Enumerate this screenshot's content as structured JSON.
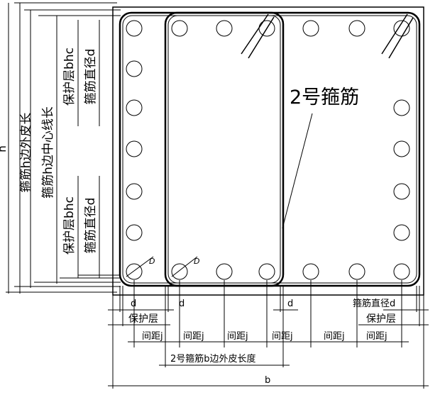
{
  "labels": {
    "h": "h",
    "b": "b",
    "stirrup_h_outer": "箍筋h边外皮长",
    "stirrup_h_center": "箍筋h边中心线长",
    "cover_bhc_top": "保护层bhc",
    "stirrup_dia_top": "箍筋直径d",
    "cover_bhc_bottom": "保护层bhc",
    "stirrup_dia_bottom": "箍筋直径d",
    "stirrup_no2": "2号箍筋",
    "bar_D_1": "D",
    "bar_D_2": "D",
    "d_left": "d",
    "d_mid1": "d",
    "d_mid2": "d",
    "cover_left": "保护层",
    "stirrup_dia_right": "箍筋直径d",
    "cover_right": "保护层",
    "spacing_1": "间距j",
    "spacing_2": "间距j",
    "spacing_3": "间距j",
    "spacing_4": "间距j",
    "spacing_5": "间距j",
    "spacing_6": "间距j",
    "stirrup_no2_b": "2号箍筋b边外皮长度"
  }
}
